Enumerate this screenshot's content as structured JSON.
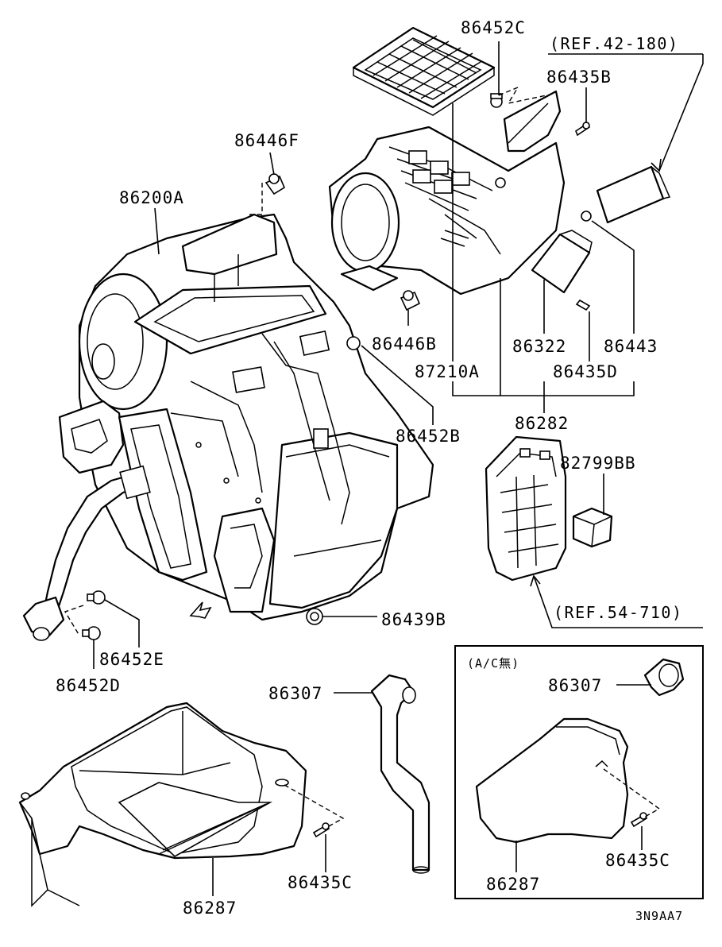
{
  "diagram": {
    "figure_code": "3N9AA7",
    "references": [
      {
        "id": "ref-42-180",
        "text": "(REF.42-180)"
      },
      {
        "id": "ref-54-710",
        "text": "(REF.54-710)"
      }
    ],
    "inset_title": "(A/C無)",
    "parts": [
      {
        "id": "86452C",
        "label": "86452C"
      },
      {
        "id": "86435B",
        "label": "86435B"
      },
      {
        "id": "86446F",
        "label": "86446F"
      },
      {
        "id": "86200A",
        "label": "86200A"
      },
      {
        "id": "86446B",
        "label": "86446B"
      },
      {
        "id": "86322",
        "label": "86322"
      },
      {
        "id": "86443",
        "label": "86443"
      },
      {
        "id": "87210A",
        "label": "87210A"
      },
      {
        "id": "86435D",
        "label": "86435D"
      },
      {
        "id": "86452B",
        "label": "86452B"
      },
      {
        "id": "86282",
        "label": "86282"
      },
      {
        "id": "82799BB",
        "label": "82799BB"
      },
      {
        "id": "86439B",
        "label": "86439B"
      },
      {
        "id": "86452E",
        "label": "86452E"
      },
      {
        "id": "86452D",
        "label": "86452D"
      },
      {
        "id": "86307-main",
        "label": "86307"
      },
      {
        "id": "86307-inset",
        "label": "86307"
      },
      {
        "id": "86287-main",
        "label": "86287"
      },
      {
        "id": "86287-inset",
        "label": "86287"
      },
      {
        "id": "86435C-main",
        "label": "86435C"
      },
      {
        "id": "86435C-inset",
        "label": "86435C"
      }
    ]
  }
}
